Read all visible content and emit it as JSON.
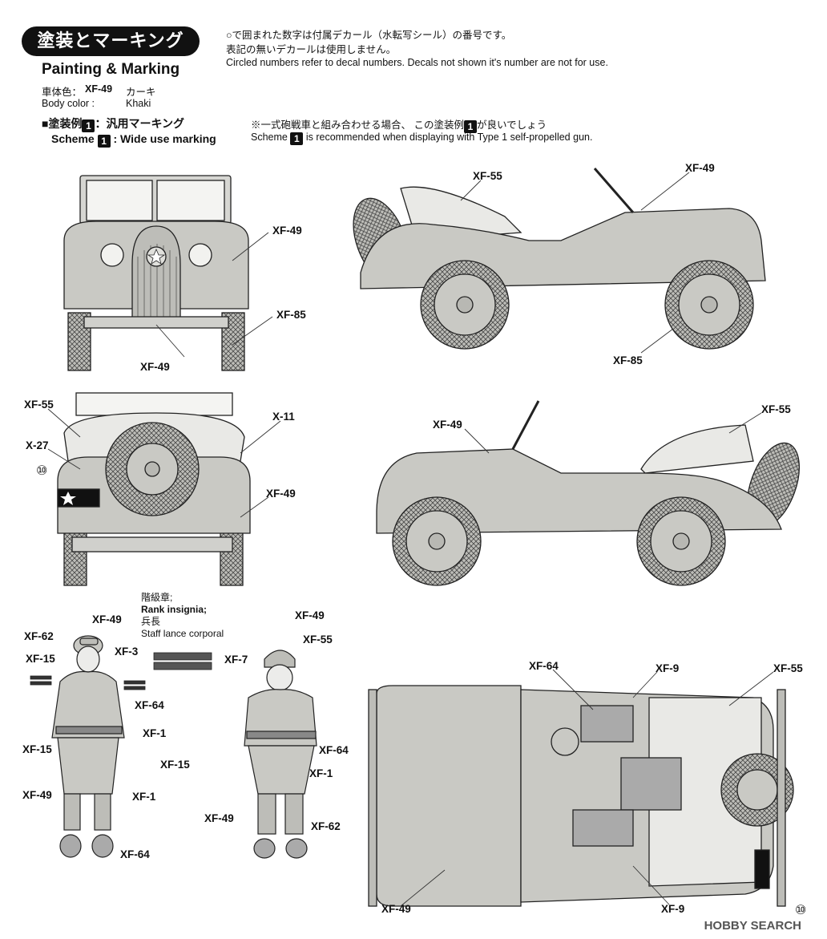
{
  "header": {
    "title_jp": "塗装とマーキング",
    "title_en": "Painting & Marking",
    "note_jp_1": "○で囲まれた数字は付属デカール（水転写シール）の番号です。",
    "note_jp_2": "表記の無いデカールは使用しません。",
    "note_en": "Circled numbers refer to decal numbers. Decals not shown it's number are not for use.",
    "body_label_jp": "車体色：",
    "body_code": "XF-49",
    "body_color_jp": "カーキ",
    "body_label_en": "Body color :",
    "body_color_en": "Khaki",
    "scheme_jp_prefix": "■塗装例",
    "scheme_jp_suffix": "：汎用マーキング",
    "scheme_en_prefix": "Scheme",
    "scheme_en_suffix": ": Wide use marking",
    "scheme_number": "1",
    "recommend_jp_prefix": "※一式砲戦車と組み合わせる場合、 この塗装例",
    "recommend_jp_suffix": "が良いでしょう",
    "recommend_en_prefix": "Scheme",
    "recommend_en_suffix": "is recommended when displaying with Type 1 self-propelled gun."
  },
  "callouts": {
    "front_xf49_a": "XF-49",
    "front_xf85": "XF-85",
    "front_xf49_b": "XF-49",
    "side1_xf55": "XF-55",
    "side1_xf49": "XF-49",
    "side1_xf85": "XF-85",
    "rear_xf55": "XF-55",
    "rear_x27": "X-27",
    "rear_decal": "⑩",
    "rear_x11": "X-11",
    "rear_xf49": "XF-49",
    "side2_xf49": "XF-49",
    "side2_xf55": "XF-55",
    "fig1_xf49": "XF-49",
    "fig1_xf62": "XF-62",
    "fig1_xf3": "XF-3",
    "fig1_xf15a": "XF-15",
    "fig1_xf7": "XF-7",
    "fig1_xf64": "XF-64",
    "fig1_xf1a": "XF-1",
    "fig1_xf15b": "XF-15",
    "fig1_xf15c": "XF-15",
    "fig1_xf49b": "XF-49",
    "fig1_xf1b": "XF-1",
    "fig1_xf64b": "XF-64",
    "fig2_xf49": "XF-49",
    "fig2_xf55": "XF-55",
    "fig2_xf64": "XF-64",
    "fig2_xf1": "XF-1",
    "fig2_xf49b": "XF-49",
    "fig2_xf62": "XF-62",
    "top_xf64": "XF-64",
    "top_xf9a": "XF-9",
    "top_xf55": "XF-55",
    "top_xf49": "XF-49",
    "top_xf9b": "XF-9",
    "top_decal": "⑩"
  },
  "rank": {
    "jp": "階級章;",
    "en": "Rank insignia;",
    "jp2": "兵長",
    "en2": "Staff lance corporal"
  },
  "watermark": "HOBBY SEARCH",
  "colors": {
    "khaki_fill": "#c9c9c4",
    "canvas_fill": "#e9e9e6",
    "tire_fill": "#bdbdb8",
    "black": "#111111"
  }
}
